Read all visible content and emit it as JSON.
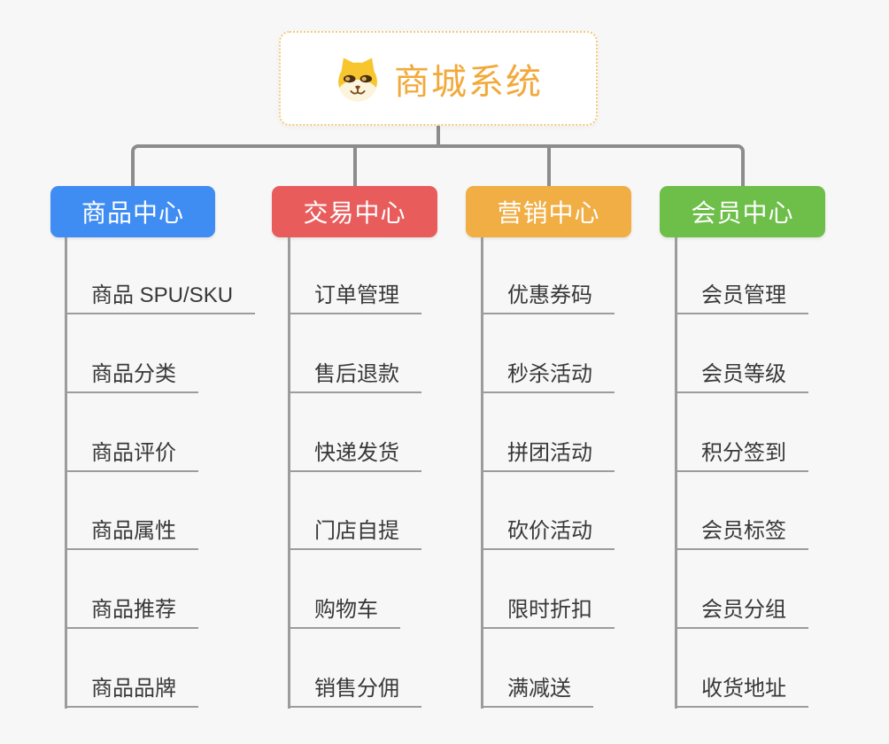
{
  "page": {
    "background": "#f7f7f7"
  },
  "root": {
    "title": "商城系统",
    "icon": "dog-face-icon",
    "text_color": "#f2a93b",
    "border_color": "#f3c97a"
  },
  "connector_color": "#8c8c8c",
  "child_line_color": "#9c9c9c",
  "branches": [
    {
      "label": "商品中心",
      "color": "#3f8df2",
      "items": [
        "商品 SPU/SKU",
        "商品分类",
        "商品评价",
        "商品属性",
        "商品推荐",
        "商品品牌"
      ]
    },
    {
      "label": "交易中心",
      "color": "#e85c5c",
      "items": [
        "订单管理",
        "售后退款",
        "快递发货",
        "门店自提",
        "购物车",
        "销售分佣"
      ]
    },
    {
      "label": "营销中心",
      "color": "#f0ae44",
      "items": [
        "优惠券码",
        "秒杀活动",
        "拼团活动",
        "砍价活动",
        "限时折扣",
        "满减送"
      ]
    },
    {
      "label": "会员中心",
      "color": "#6dbf49",
      "items": [
        "会员管理",
        "会员等级",
        "积分签到",
        "会员标签",
        "会员分组",
        "收货地址"
      ]
    }
  ]
}
